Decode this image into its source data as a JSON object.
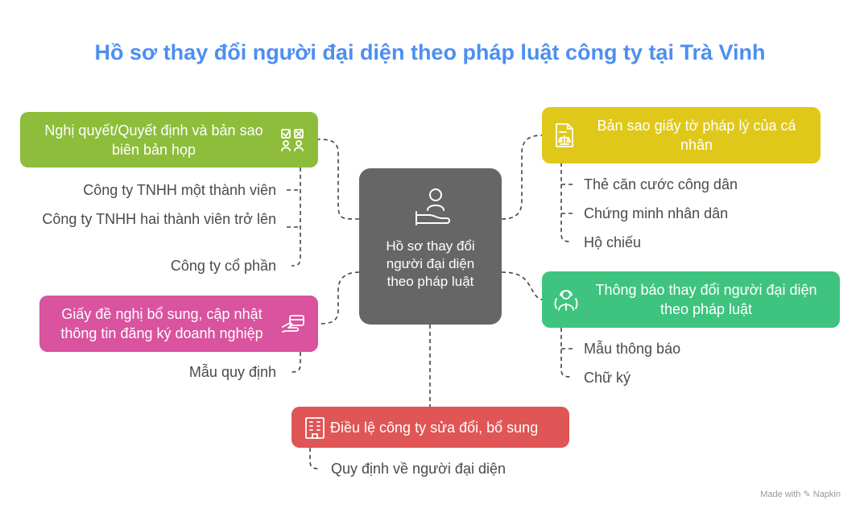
{
  "title": "Hồ sơ thay đổi người đại diện theo pháp luật công ty tại Trà Vinh",
  "center": {
    "label": "Hồ sơ thay đổi người đại diện theo pháp luật",
    "icon": "hand-person-icon"
  },
  "colors": {
    "title": "#4d8ff0",
    "center": "#666666",
    "green": "#8dbd3a",
    "yellow": "#e0c81a",
    "pink": "#d9539f",
    "teal": "#3ec47f",
    "red": "#e05555"
  },
  "branches": {
    "resolution": {
      "label": "Nghị quyết/Quyết định và bản sao biên bản họp",
      "icon": "checklist-icon",
      "items": [
        "Công ty TNHH một thành viên",
        "Công ty TNHH hai thành viên trở lên",
        "Công ty cổ phần"
      ]
    },
    "legal_docs": {
      "label": "Bản sao giấy tờ pháp lý của cá nhân",
      "icon": "document-scale-icon",
      "items": [
        "Thẻ căn cước công dân",
        "Chứng minh nhân dân",
        "Hộ chiếu"
      ]
    },
    "request": {
      "label": "Giấy đề nghị bổ sung, cập nhật thông tin đăng ký doanh nghiệp",
      "icon": "hand-card-icon",
      "items": [
        "Mẫu quy định"
      ]
    },
    "notice": {
      "label": "Thông báo thay đổi người đại diện theo pháp luật",
      "icon": "person-announce-icon",
      "items": [
        "Mẫu thông báo",
        "Chữ ký"
      ]
    },
    "charter": {
      "label": "Điều lệ công ty sửa đổi, bổ sung",
      "icon": "building-icon",
      "items": [
        "Quy định về người đại diện"
      ]
    }
  },
  "footer": "Made with ✎ Napkin"
}
